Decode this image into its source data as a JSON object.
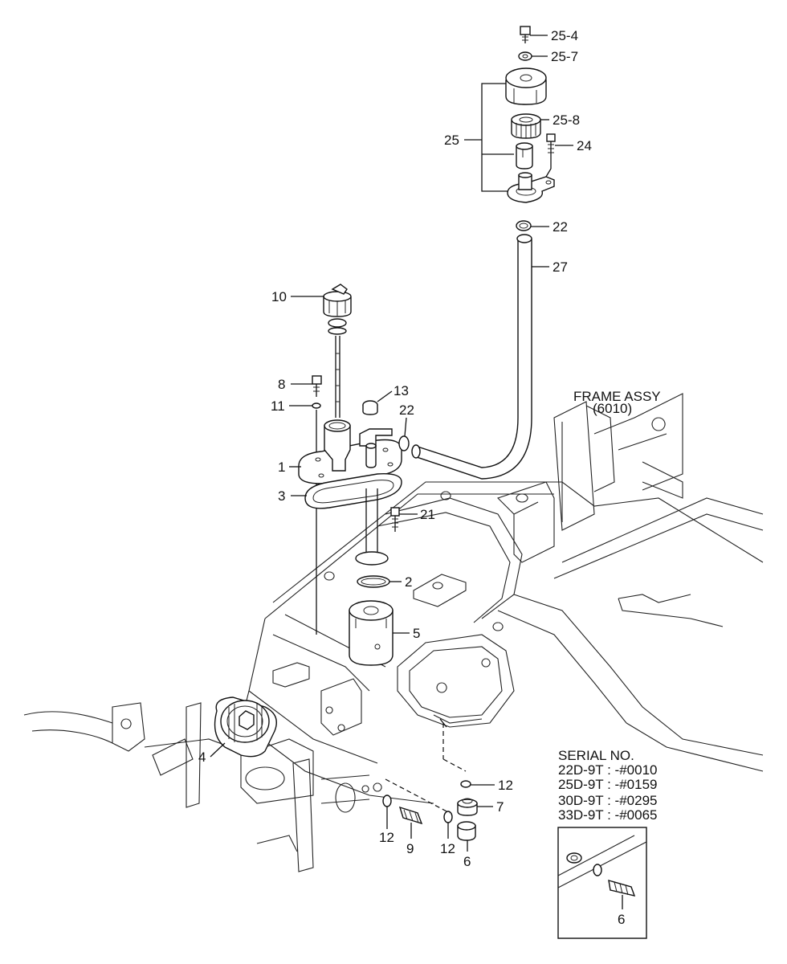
{
  "callouts": {
    "c25_4": "25-4",
    "c25_7": "25-7",
    "c25_8": "25-8",
    "c25": "25",
    "c24": "24",
    "c22_top": "22",
    "c27": "27",
    "c10": "10",
    "c8": "8",
    "c11": "11",
    "c13": "13",
    "c22_mid": "22",
    "c1": "1",
    "c3": "3",
    "c21": "21",
    "c2": "2",
    "c5": "5",
    "c4": "4",
    "c12_right": "12",
    "c7": "7",
    "c12_left": "12",
    "c9": "9",
    "c12_mid": "12",
    "c6": "6",
    "c6_inset": "6"
  },
  "frame_label": {
    "line1": "FRAME ASSY",
    "line2": "(6010)"
  },
  "serial": {
    "heading": "SERIAL NO.",
    "rows": [
      "22D-9T : -#0010",
      "25D-9T : -#0159",
      "30D-9T : -#0295",
      "33D-9T : -#0065"
    ]
  }
}
